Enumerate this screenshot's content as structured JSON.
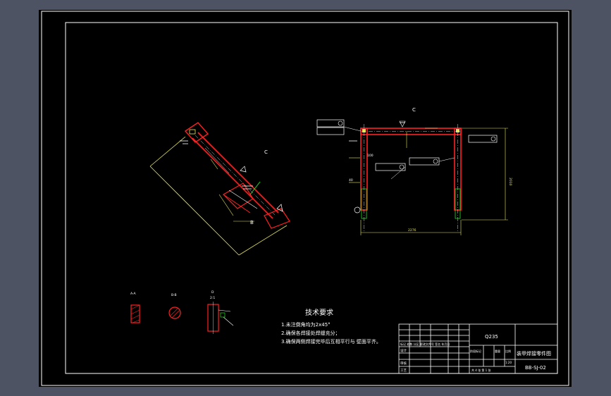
{
  "tech": {
    "title": "技术要求",
    "line1": "1.未注倒角均为2x45°",
    "line2": "2.确保各焊接处焊缝充分；",
    "line3": "3.确保两侧焊接完毕后互相平行与 壁面平齐。"
  },
  "labels": {
    "c_left": "C",
    "c_right": "C",
    "b_left": "B",
    "dim_width": "2276",
    "dim_height": "2010",
    "dim_left1": "100",
    "dim_left2": "40"
  },
  "sections": {
    "s1": "A-A",
    "s2": "B-B",
    "s3a": "D",
    "s3b": "2:1"
  },
  "title_block": {
    "material": "Q235",
    "part_name": "装甲焊接零件图",
    "drawing_no": "BB-SJ-02",
    "row_marks": "标记 处数 分区 更改文件号 签名 年月日",
    "designer": "设计",
    "reviewer": "审核",
    "process": "工艺",
    "stage": "阶段标记",
    "weight": "重量",
    "scale": "比例",
    "scale_val": "1:20",
    "sheets": "共 4 张 第 1 张"
  },
  "colors": {
    "background": "#4d5362",
    "sheet": "#000000",
    "red": "#ff2020",
    "yellow": "#e8e85a",
    "green": "#20e020",
    "white": "#ffffff"
  }
}
